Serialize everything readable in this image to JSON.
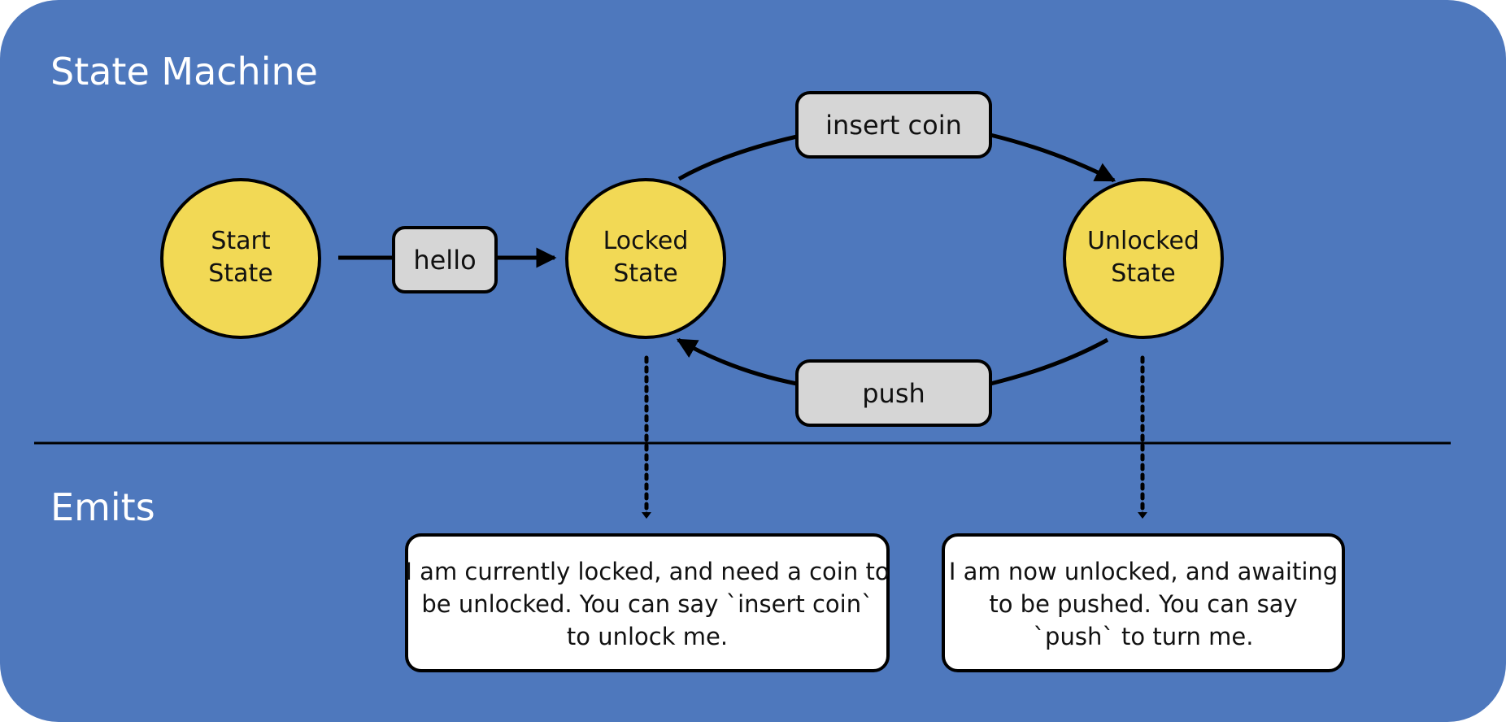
{
  "colors": {
    "background": "#4e78bd",
    "state_fill": "#f2d955",
    "transition_fill": "#d6d6d6",
    "emit_fill": "#ffffff",
    "stroke": "#000000"
  },
  "sections": {
    "state_machine": "State Machine",
    "emits": "Emits"
  },
  "states": [
    {
      "id": "start",
      "line1": "Start",
      "line2": "State"
    },
    {
      "id": "locked",
      "line1": "Locked",
      "line2": "State"
    },
    {
      "id": "unlocked",
      "line1": "Unlocked",
      "line2": "State"
    }
  ],
  "transitions": [
    {
      "id": "hello",
      "label": "hello",
      "from": "start",
      "to": "locked"
    },
    {
      "id": "insert-coin",
      "label": "insert coin",
      "from": "locked",
      "to": "unlocked"
    },
    {
      "id": "push",
      "label": "push",
      "from": "unlocked",
      "to": "locked"
    }
  ],
  "emits": [
    {
      "state": "locked",
      "lines": [
        "I am currently locked, and need a coin to",
        "be unlocked.  You can say `insert coin`",
        "to unlock me."
      ]
    },
    {
      "state": "unlocked",
      "lines": [
        "I am now unlocked, and awaiting",
        "to be pushed.  You can say",
        "`push` to turn me."
      ]
    }
  ]
}
